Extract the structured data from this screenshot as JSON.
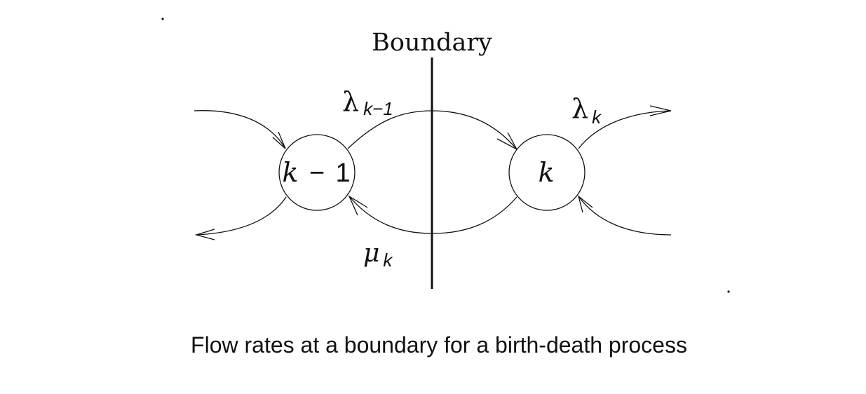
{
  "diagram": {
    "boundary_label": "Boundary",
    "caption": "Flow rates at a boundary for a birth-death process",
    "nodes": {
      "left": {
        "symbol": "k",
        "op": "−",
        "num": "1"
      },
      "right": {
        "symbol": "k"
      }
    },
    "rates": {
      "lambda_prev": {
        "symbol": "λ",
        "subscript": "k−1"
      },
      "lambda_k": {
        "symbol": "λ",
        "subscript": "k"
      },
      "mu_k": {
        "symbol": "μ",
        "subscript": "k"
      }
    }
  }
}
